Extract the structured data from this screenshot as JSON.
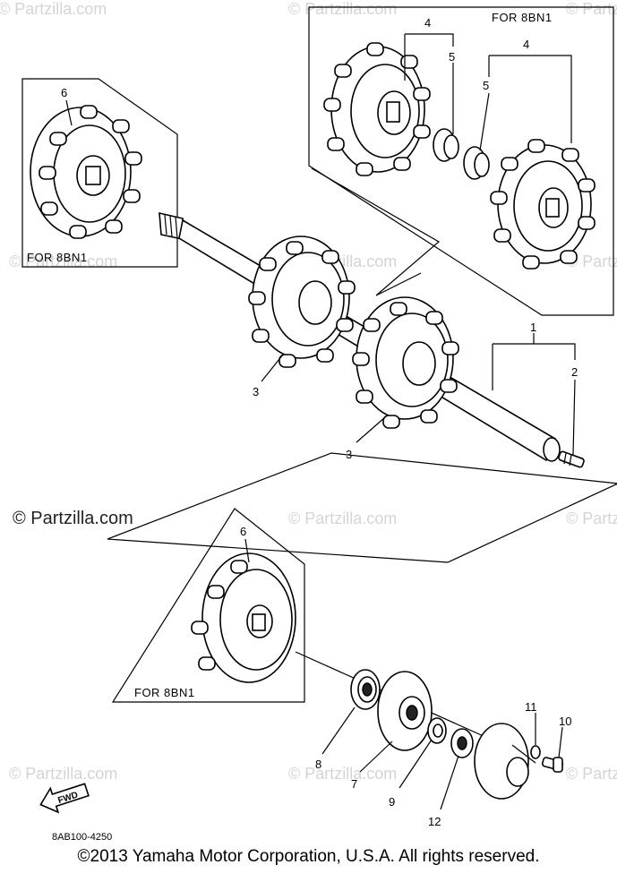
{
  "watermarks": {
    "corner": "© Partzilla.com",
    "center": "© Partzilla.com",
    "main": "© Partzilla.com"
  },
  "panels": {
    "top_right_label": "FOR 8BN1",
    "left_label": "FOR 8BN1",
    "bottom_label": "FOR 8BN1"
  },
  "callouts": [
    "1",
    "2",
    "3",
    "3",
    "4",
    "4",
    "5",
    "5",
    "6",
    "6",
    "7",
    "8",
    "9",
    "10",
    "11",
    "12"
  ],
  "direction_label": "FWD",
  "diagram_code": "8AB100-4250",
  "copyright": "©2013  Yamaha Motor Corporation, U.S.A. All rights reserved."
}
